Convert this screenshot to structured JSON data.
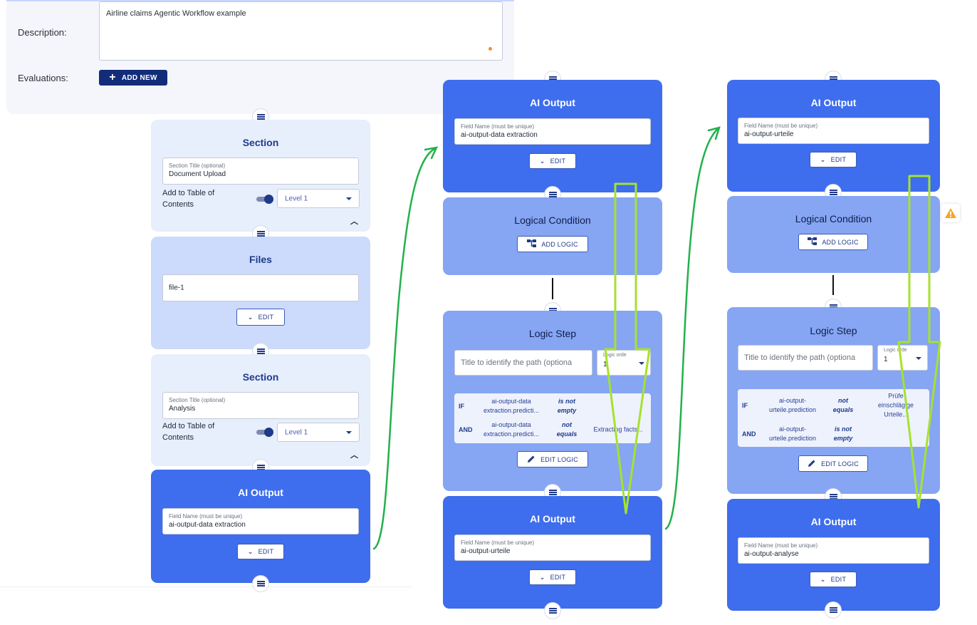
{
  "form": {
    "description_label": "Description:",
    "description_value": "Airline claims Agentic Workflow example",
    "evaluations_label": "Evaluations:",
    "add_new_label": "ADD NEW"
  },
  "column1": {
    "section1": {
      "title": "Section",
      "field_label": "Section Title (optional)",
      "field_value": "Document Upload",
      "toc_label": "Add to Table of Contents",
      "level": "Level 1"
    },
    "files": {
      "title": "Files",
      "field_value": "file-1",
      "edit_label": "EDIT"
    },
    "section2": {
      "title": "Section",
      "field_label": "Section Title (optional)",
      "field_value": "Analysis",
      "toc_label": "Add to Table of Contents",
      "level": "Level 1"
    },
    "ai_output": {
      "title": "AI Output",
      "field_label": "Field Name (must be unique)",
      "field_value": "ai-output-data extraction",
      "edit_label": "EDIT"
    }
  },
  "column2": {
    "ai_output_top": {
      "title": "AI Output",
      "field_label": "Field Name (must be unique)",
      "field_value": "ai-output-data extraction",
      "edit_label": "EDIT"
    },
    "logical_condition": {
      "title": "Logical Condition",
      "add_logic_label": "ADD LOGIC"
    },
    "logic_step": {
      "title": "Logic Step",
      "path_placeholder": "Title to identify the path (optiona",
      "order_label": "Logic orde",
      "order_value": "1",
      "rows": [
        {
          "op": "IF",
          "field": "ai-output-data extraction.predicti...",
          "cmp": "is not empty",
          "value": ""
        },
        {
          "op": "AND",
          "field": "ai-output-data extraction.predicti...",
          "cmp": "not equals",
          "value": "Extracting facts..."
        }
      ],
      "edit_logic_label": "EDIT LOGIC"
    },
    "ai_output_bottom": {
      "title": "AI Output",
      "field_label": "Field Name (must be unique)",
      "field_value": "ai-output-urteile",
      "edit_label": "EDIT"
    }
  },
  "column3": {
    "ai_output_top": {
      "title": "AI Output",
      "field_label": "Field Name (must be unique)",
      "field_value": "ai-output-urteile",
      "edit_label": "EDIT"
    },
    "logical_condition": {
      "title": "Logical Condition",
      "add_logic_label": "ADD LOGIC"
    },
    "logic_step": {
      "title": "Logic Step",
      "path_placeholder": "Title to identify the path (optiona",
      "order_label": "Logic orde",
      "order_value": "1",
      "rows": [
        {
          "op": "IF",
          "field": "ai-output-urteile.prediction",
          "cmp": "not equals",
          "value": "Prüfe einschlägige Urteile..."
        },
        {
          "op": "AND",
          "field": "ai-output-urteile.prediction",
          "cmp": "is not empty",
          "value": ""
        }
      ],
      "edit_logic_label": "EDIT LOGIC"
    },
    "ai_output_bottom": {
      "title": "AI Output",
      "field_label": "Field Name (must be unique)",
      "field_value": "ai-output-analyse",
      "edit_label": "EDIT"
    }
  },
  "icons": {
    "drag": "drag-handle-icon",
    "chevron_down": "chevron-down-icon",
    "chevron_up": "chevron-up-icon",
    "plus": "plus-icon",
    "logic": "logic-tree-icon",
    "pencil": "pencil-icon",
    "warning": "warning-icon"
  },
  "colors": {
    "primary_dark": "#132c7a",
    "card_blue": "#3e6ded",
    "card_condition": "#86a5f3",
    "card_light": "#e7eefc",
    "annotation_green_curve": "#22b14c",
    "annotation_lime_arrow": "#a6e22e",
    "warning": "#f5a623"
  }
}
